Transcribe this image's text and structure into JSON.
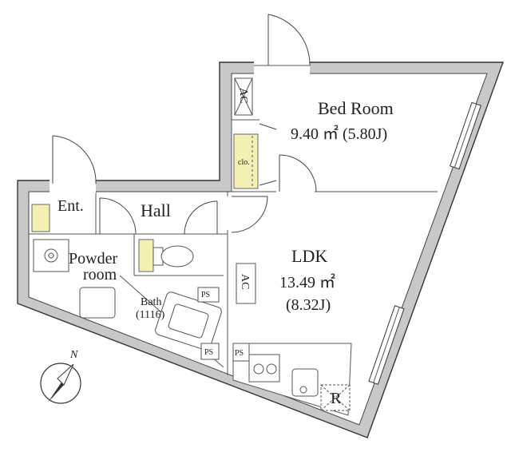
{
  "rooms": {
    "bedroom_name": "Bed Room",
    "bedroom_area": "9.40 ㎡ (5.80J)",
    "ldk_name": "LDK",
    "ldk_area": "13.49 ㎡",
    "ldk_tatami": "(8.32J)",
    "entrance": "Ent.",
    "hall": "Hall",
    "powder_1": "Powder",
    "powder_2": "room",
    "bath_1": "Bath",
    "bath_2": "(1116)"
  },
  "labels": {
    "ac_bedroom": "AC",
    "ac_ldk": "AC",
    "closet": "clo.",
    "ps_top": "PS",
    "ps_bath": "PS",
    "ps_ldk": "PS",
    "fridge": "R"
  },
  "compass": {
    "north": "N"
  }
}
